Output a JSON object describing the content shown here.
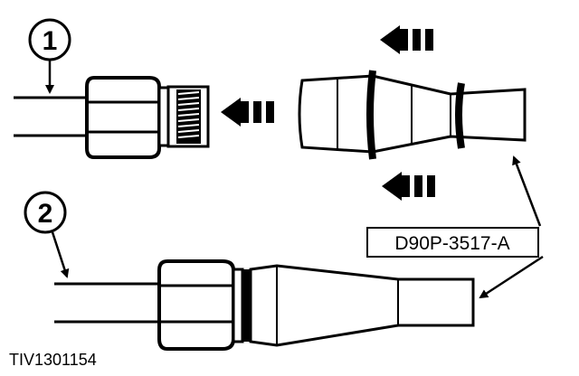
{
  "callouts": [
    {
      "label": "1"
    },
    {
      "label": "2"
    }
  ],
  "part_number": "D90P-3517-A",
  "figure_code": "TIV1301154",
  "colors": {
    "line": "#000000",
    "background": "#ffffff"
  }
}
